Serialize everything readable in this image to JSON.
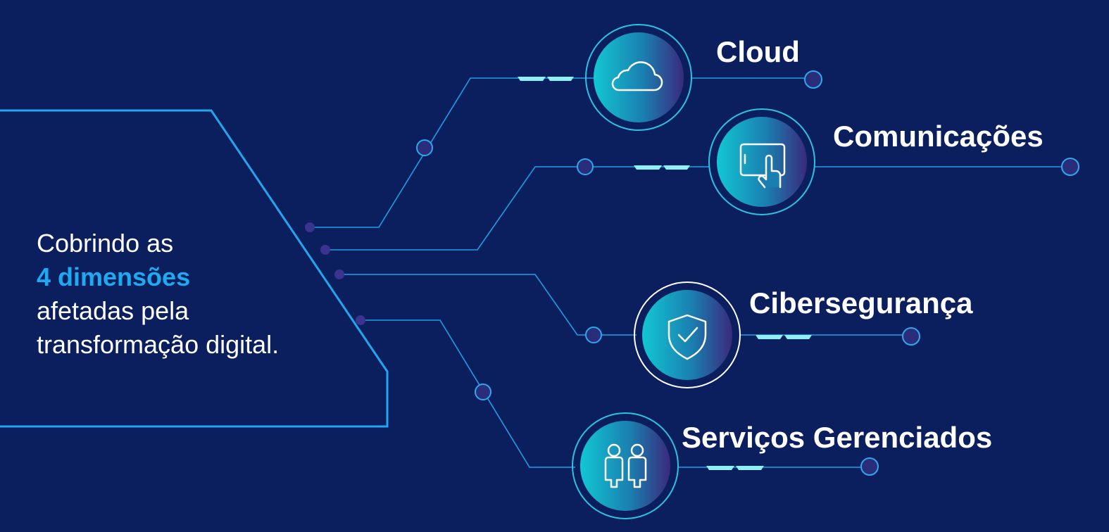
{
  "intro": {
    "line1": "Cobrindo as",
    "highlight": "4 dimensões",
    "line3": "afetadas pela",
    "line4": "transformação digital."
  },
  "dimensions": [
    {
      "label": "Cloud",
      "icon": "cloud-icon"
    },
    {
      "label": "Comunicações",
      "icon": "tablet-touch-icon"
    },
    {
      "label": "Cibersegurança",
      "icon": "shield-check-icon"
    },
    {
      "label": "Serviços Gerenciados",
      "icon": "people-icon"
    }
  ],
  "colors": {
    "background": "#0b1f5e",
    "line": "#1e9de6",
    "highlight": "#1eaaf1",
    "node": "#2a2d7a",
    "dash": "#8ff0f4",
    "circle_start": "#12c7d3",
    "circle_end": "#3a2a7c"
  }
}
